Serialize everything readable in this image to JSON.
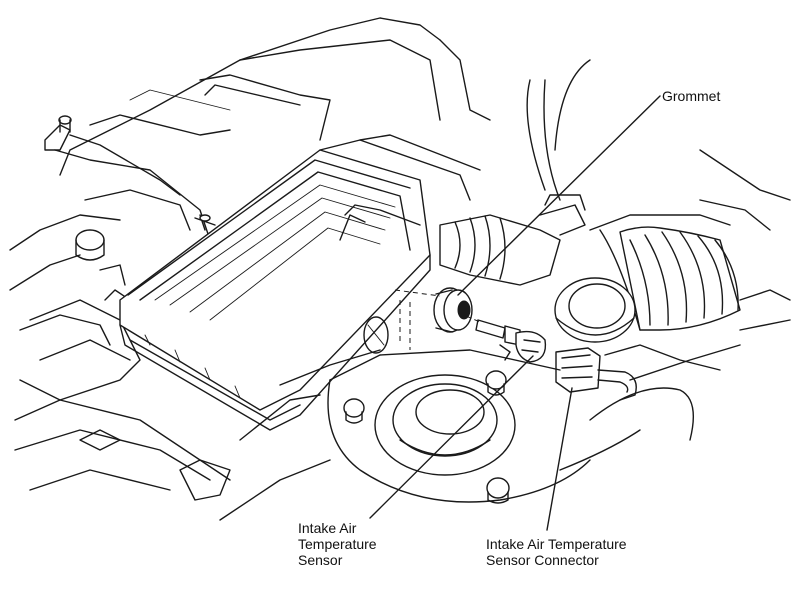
{
  "labels": {
    "grommet": "Grommet",
    "sensor": "Intake Air\nTemperature\nSensor",
    "connector": "Intake Air Temperature\nSensor Connector"
  },
  "colors": {
    "ink": "#1a1a1a",
    "paper": "#ffffff"
  }
}
